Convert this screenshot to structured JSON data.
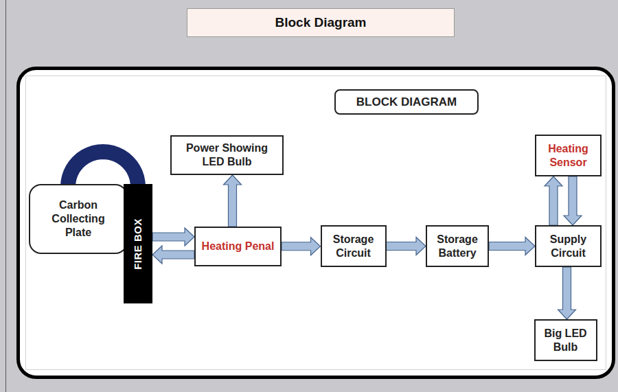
{
  "diagram": {
    "title": "Block Diagram",
    "nodes": [
      {
        "text": [
          "BLOCK DIAGRAM"
        ]
      },
      {
        "text": [
          "Power Showing LED Bulb"
        ]
      },
      {
        "text": [
          "Heating Sensor"
        ]
      },
      {
        "text": [
          "Carbon Collecting Plate"
        ]
      },
      {
        "text": [
          "FIRE BOX"
        ]
      },
      {
        "text": [
          "Heating Penal"
        ]
      },
      {
        "text": [
          "Storage Circuit"
        ]
      },
      {
        "text": [
          "Storage Battery"
        ]
      },
      {
        "text": [
          "Supply Circuit"
        ]
      },
      {
        "text": [
          "Big LED Bulb"
        ]
      }
    ],
    "edges": [
      {
        "from": 3,
        "to": 4,
        "arrow": "none"
      },
      {
        "from": 4,
        "to": 5,
        "arrow": "to"
      },
      {
        "from": 5,
        "to": 4,
        "arrow": "to"
      },
      {
        "from": 5,
        "to": 1,
        "arrow": "to"
      },
      {
        "from": 5,
        "to": 6,
        "arrow": "to"
      },
      {
        "from": 6,
        "to": 7,
        "arrow": "to"
      },
      {
        "from": 7,
        "to": 8,
        "arrow": "to"
      },
      {
        "from": 8,
        "to": 2,
        "arrow": "to"
      },
      {
        "from": 2,
        "to": 8,
        "arrow": "to"
      },
      {
        "from": 8,
        "to": 9,
        "arrow": "to"
      }
    ]
  }
}
